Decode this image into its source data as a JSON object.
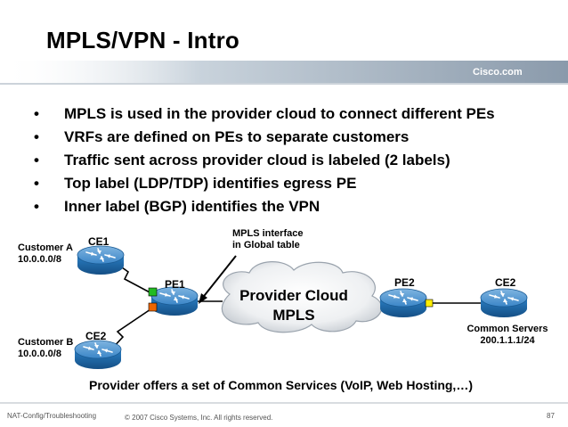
{
  "slide": {
    "title": "MPLS/VPN - Intro",
    "brand": "Cisco.com",
    "bullet_marker": "•",
    "bullets": [
      "MPLS is used in the provider cloud to connect different PEs",
      "VRFs are defined on PEs to separate customers",
      "Traffic sent across provider cloud is labeled (2 labels)",
      "Top label (LDP/TDP) identifies egress PE",
      "Inner label (BGP) identifies the VPN"
    ],
    "footer": {
      "left": "NAT-Config/Troubleshooting",
      "middle": "© 2007 Cisco Systems, Inc. All rights reserved.",
      "page": "87"
    }
  },
  "diagram": {
    "customer_a": {
      "name": "Customer A",
      "subnet": "10.0.0.0/8",
      "router": "CE1"
    },
    "customer_b": {
      "name": "Customer B",
      "subnet": "10.0.0.0/8",
      "router": "CE2"
    },
    "pe1": "PE1",
    "pe2": "PE2",
    "ce_right": "CE2",
    "cloud": {
      "line1": "Provider Cloud",
      "line2": "MPLS"
    },
    "mpls_note": {
      "line1": "MPLS interface",
      "line2": "in Global table"
    },
    "servers": {
      "line1": "Common Servers",
      "line2": "200.1.1.1/24"
    },
    "caption": "Provider offers a set of Common Services (VoIP, Web Hosting,…)",
    "colors": {
      "vrf_a": "#22bb22",
      "vrf_b": "#ee6600",
      "global": "#ffee00",
      "router": "#1f6fb0"
    }
  }
}
